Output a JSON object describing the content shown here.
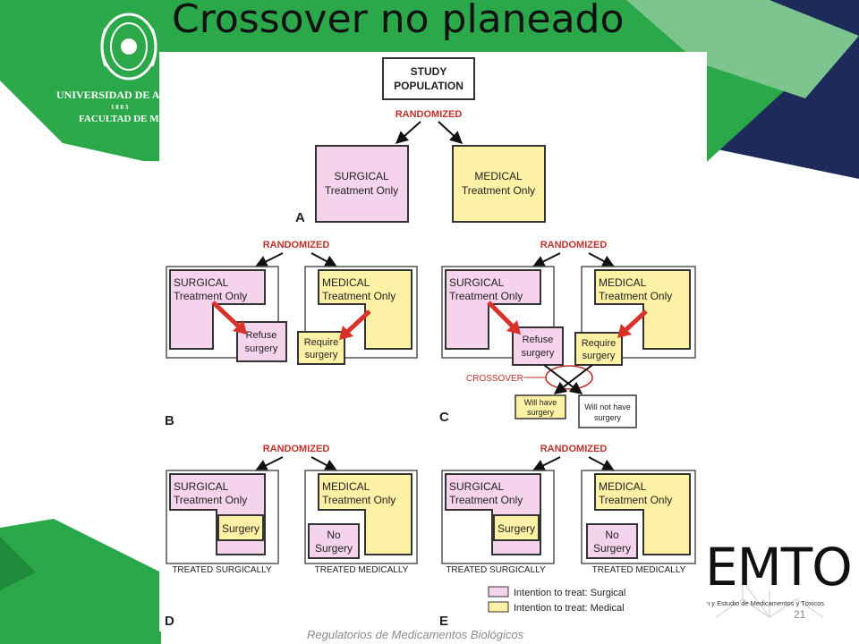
{
  "slide": {
    "title": "Crossover no planeado",
    "logo_university": "UNIVERSIDAD DE AN",
    "logo_year": "1 8 0 3",
    "logo_faculty": "FACULTAD DE MEI",
    "emto": "EMTO",
    "emto_sub": "n y Estudio de Medicamentos y Tóxicos",
    "page_number": "21",
    "footer": "Regulatorios de Medicamentos Biológicos"
  },
  "diagram": {
    "study_population": [
      "STUDY",
      "POPULATION"
    ],
    "randomized": "RANDOMIZED",
    "surgical_box": [
      "SURGICAL",
      "Treatment Only"
    ],
    "medical_box": [
      "MEDICAL",
      "Treatment Only"
    ],
    "refuse_surgery": [
      "Refuse",
      "surgery"
    ],
    "require_surgery": [
      "Require",
      "surgery"
    ],
    "crossover": "CROSSOVER",
    "will_have": [
      "Will have",
      "surgery"
    ],
    "will_not_have": [
      "Will not have",
      "surgery"
    ],
    "surgery": "Surgery",
    "no_surgery": [
      "No",
      "Surgery"
    ],
    "treated_surgically": "TREATED SURGICALLY",
    "treated_medically": "TREATED MEDICALLY",
    "panel_labels": [
      "A",
      "B",
      "C",
      "D",
      "E"
    ],
    "legend": [
      {
        "label": "Intention to treat: Surgical",
        "color": "#f5d3ec"
      },
      {
        "label": "Intention to treat: Medical",
        "color": "#fdf1a6"
      }
    ]
  },
  "colors": {
    "pink": "#f5d3ec",
    "yellow": "#fdf1a6",
    "red": "#d8322a",
    "green": "#2aa84a",
    "navy": "#1e2a5a"
  }
}
